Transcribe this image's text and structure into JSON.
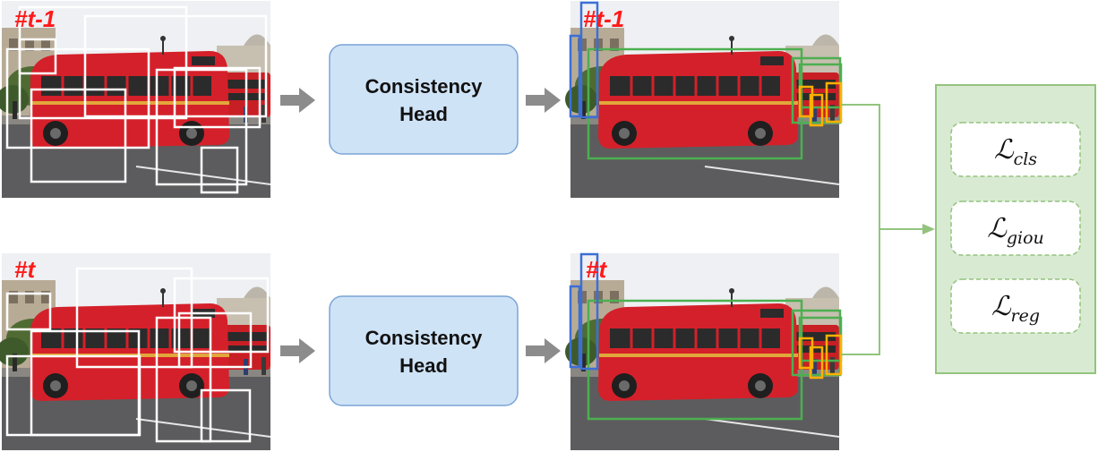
{
  "frames": {
    "previous": {
      "label": "#t-1"
    },
    "current": {
      "label": "#t"
    }
  },
  "heads": {
    "top": {
      "line1": "Consistency",
      "line2": "Head"
    },
    "bottom": {
      "line1": "Consistency",
      "line2": "Head"
    }
  },
  "losses": [
    {
      "symbol": "ℒ",
      "subscript": "cls"
    },
    {
      "symbol": "ℒ",
      "subscript": "giou"
    },
    {
      "symbol": "ℒ",
      "subscript": "reg"
    }
  ],
  "colors": {
    "frame_label": "#ff1a1a",
    "head_fill": "#cfe3f7",
    "head_stroke": "#7aa4d6",
    "arrow": "#8c8c8c",
    "loss_panel_fill": "#d9ead3",
    "loss_panel_stroke": "#93c47d",
    "loss_item_stroke": "#93c47d",
    "connector": "#93c47d",
    "proposal_box": "#ffffff",
    "det_green": "#4caf50",
    "det_blue": "#3c6fd6",
    "det_orange": "#ffb000",
    "bus_red": "#d4202a"
  }
}
